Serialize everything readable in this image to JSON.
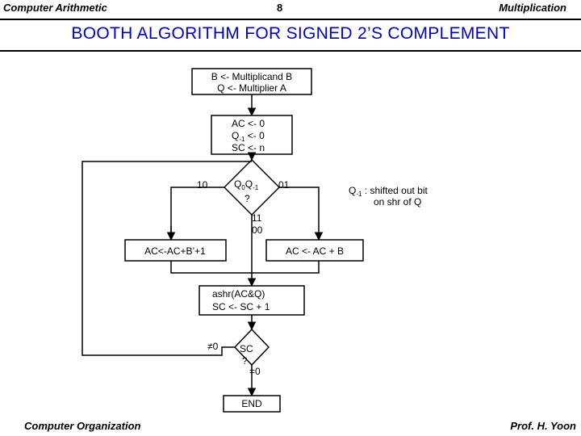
{
  "header": {
    "left": "Computer Arithmetic",
    "page": "8",
    "right": "Multiplication"
  },
  "title": "BOOTH  ALGORITHM  FOR  SIGNED  2’S  COMPLEMENT",
  "footer": {
    "left": "Computer Organization",
    "right": "Prof.  H. Yoon"
  },
  "flow": {
    "init_line1": "B <- Multiplicand B",
    "init_line2": "Q <- Multiplier A",
    "clear_line1": "AC <- 0",
    "clear_line2_pre": "Q",
    "clear_line2_sub": "-1",
    "clear_line2_post": " <- 0",
    "clear_line3": "SC <- n",
    "decision_pre": "Q",
    "decision_sub0": "0",
    "decision_mid": "Q",
    "decision_sub1": "-1",
    "decision_q": "?",
    "label_10": "10",
    "label_01": "01",
    "label_11": "11",
    "label_00": "00",
    "sub_box": "AC<-AC+B’+1",
    "add_box": "AC <- AC + B",
    "shift_line1": "ashr(AC&Q)",
    "shift_line2": "SC <- SC + 1",
    "sc_line1": "SC",
    "sc_line2": "?",
    "label_ne0": "≠0",
    "label_eq0": "=0",
    "end_box": "END",
    "note_pre": "Q",
    "note_sub": "-1",
    "note_line1": " : shifted out bit",
    "note_line2": "on shr of Q"
  }
}
